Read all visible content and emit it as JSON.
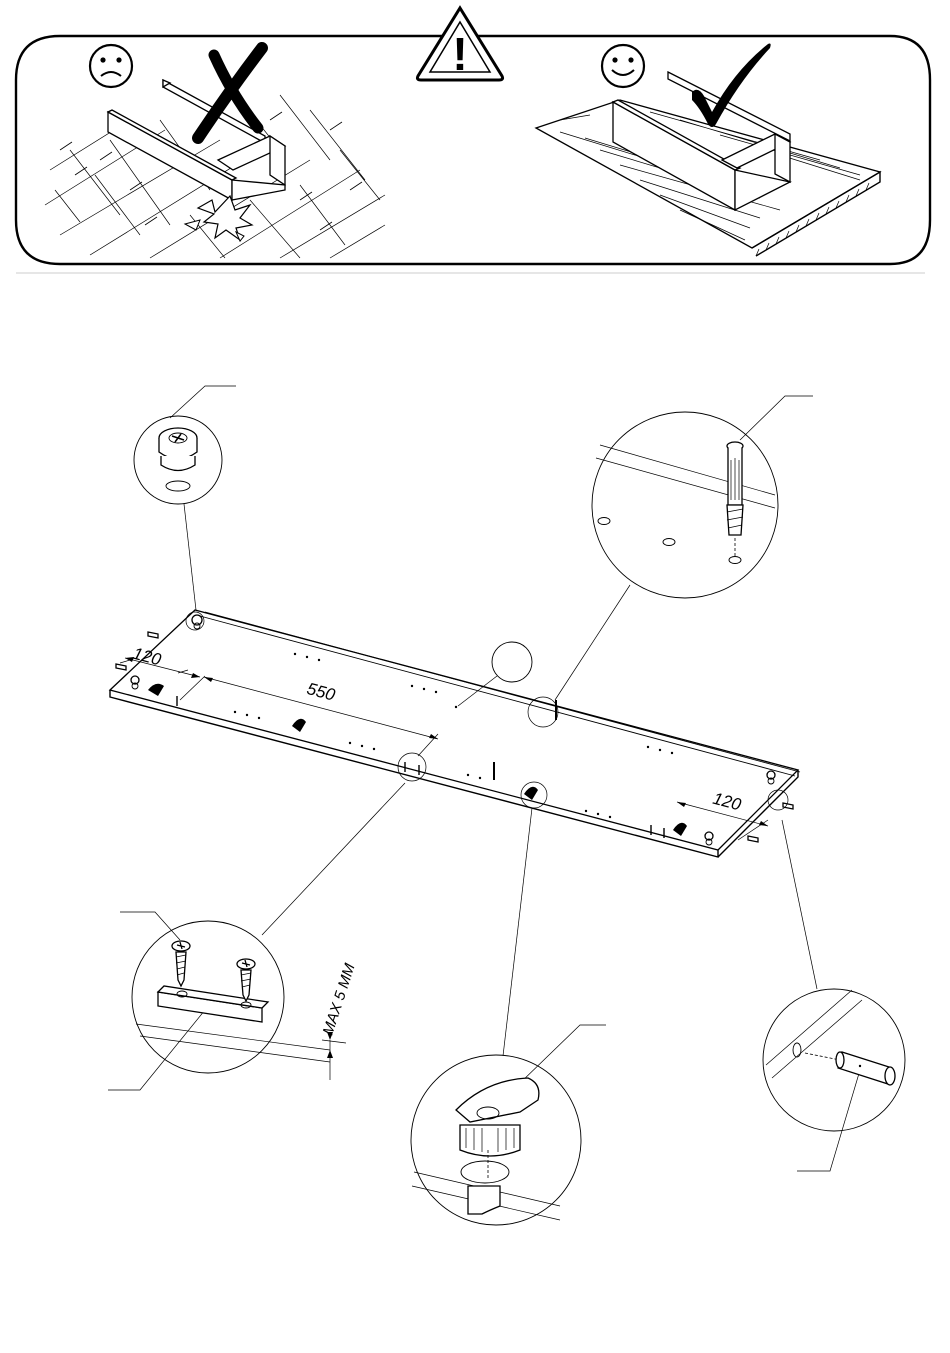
{
  "warning_panel": {
    "bad_example": {
      "face": "sad-face-icon",
      "mark": "cross-mark-icon",
      "surface": "tiled-floor"
    },
    "good_example": {
      "face": "smiley-face-icon",
      "mark": "check-mark-icon",
      "surface": "carpet"
    },
    "warning_symbol": "!"
  },
  "dimensions": {
    "left_edge_offset": "120",
    "hole_spacing": "550",
    "right_edge_offset": "120",
    "screw_protrusion_limit": "MAX 5 MM"
  },
  "hardware_details": [
    {
      "name": "cam-lock-detail",
      "icon": "cam-lock-icon"
    },
    {
      "name": "cam-bolt-detail",
      "icon": "cam-bolt-icon"
    },
    {
      "name": "screw-plate-detail",
      "icon": "screw-icon"
    },
    {
      "name": "shelf-support-detail",
      "icon": "shelf-support-icon"
    },
    {
      "name": "wood-dowel-detail",
      "icon": "dowel-icon"
    }
  ],
  "colors": {
    "ink": "#000000",
    "paper": "#ffffff",
    "separator": "#cccccc"
  }
}
